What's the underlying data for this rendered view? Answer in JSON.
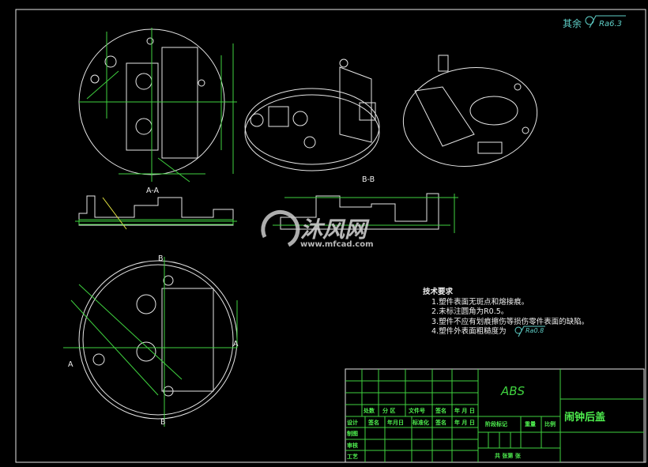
{
  "roughness_note": {
    "label": "其余",
    "value": "Ra6.3"
  },
  "views": {
    "section_aa": "A-A",
    "section_bb": "B-B",
    "marker_a": "A",
    "marker_b": "B"
  },
  "technical_requirements": {
    "title": "技术要求",
    "items": [
      "1.塑件表面无斑点和熔接痕。",
      "2.未标注圆角为R0.5。",
      "3.塑件不应有划痕擦伤等损伤零件表面的缺陷。",
      "4.塑件外表面粗糙度为"
    ],
    "item4_roughness": "Ra0.8"
  },
  "title_block": {
    "material": "ABS",
    "part_name": "闹钟后盖",
    "row_headers": [
      "处数",
      "分 区",
      "文件号",
      "签名",
      "年 月 日"
    ],
    "design_row": [
      "设计",
      "签名",
      "年月日",
      "标准化",
      "签名",
      "年 月 日"
    ],
    "side_labels": [
      "制图",
      "审核",
      "工艺"
    ],
    "stage_label": "阶段标记",
    "weight_label": "重量",
    "scale_label": "比例",
    "sheets_label": "共 张第 张"
  },
  "watermark": {
    "cn": "沐风网",
    "url": "www.mfcad.com"
  },
  "colors": {
    "background": "#000000",
    "lines": "#3fd23f",
    "outline": "#e6e6e6",
    "roughness": "#5fd0c8"
  }
}
